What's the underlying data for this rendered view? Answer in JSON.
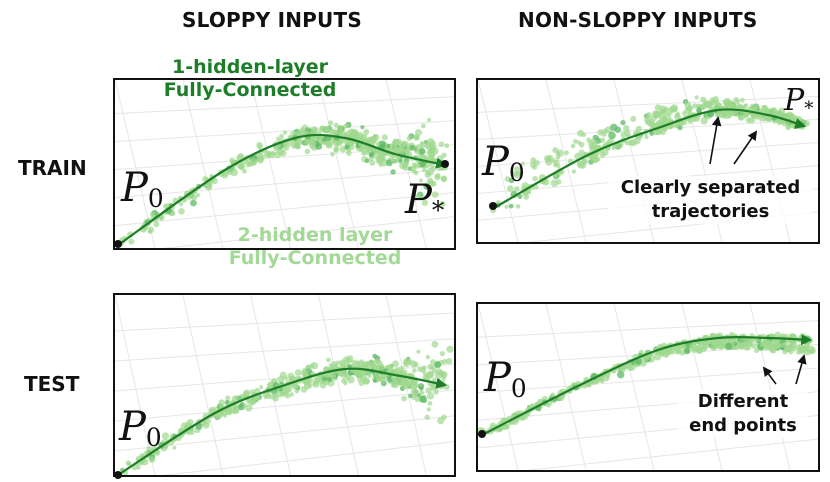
{
  "headers": {
    "left": "SLOPPY INPUTS",
    "right": "NON-SLOPPY INPUTS"
  },
  "rows": {
    "train": "TRAIN",
    "test": "TEST"
  },
  "legend": {
    "one_layer_line1": "1-hidden-layer",
    "one_layer_line2": "Fully-Connected",
    "two_layer_line1": "2-hidden layer",
    "two_layer_line2": "Fully-Connected"
  },
  "points": {
    "start": "P",
    "start_sub": "0",
    "end": "P",
    "end_sub": "*"
  },
  "annotations": {
    "separated_line1": "Clearly separated",
    "separated_line2": "trajectories",
    "different_line1": "Different",
    "different_line2": "end points"
  },
  "colors": {
    "dark_green": "#1e7d28",
    "light_green": "#9fd98f",
    "mid_green": "#5db865",
    "grid": "#e6e6e6"
  }
}
